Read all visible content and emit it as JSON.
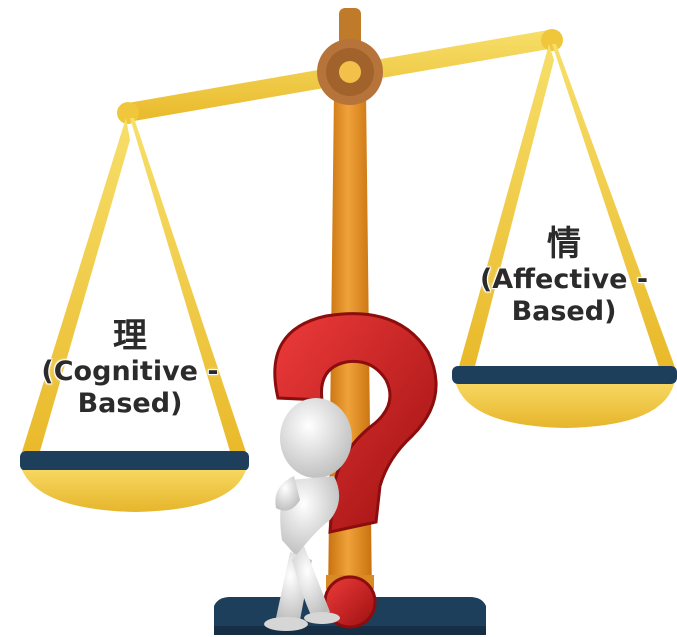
{
  "left_pan": {
    "character": "理",
    "line1": "(Cognitive -",
    "line2": "Based)"
  },
  "right_pan": {
    "character": "情",
    "line1": "(Affective -",
    "line2": "Based)"
  },
  "colors": {
    "beam": "#f2cc3a",
    "column": "#e08a1c",
    "pivot": "#b7743a",
    "pan_rim": "#1e3f5c",
    "question_mark": "#c81d1d",
    "label_text": "#2b2b2b"
  }
}
